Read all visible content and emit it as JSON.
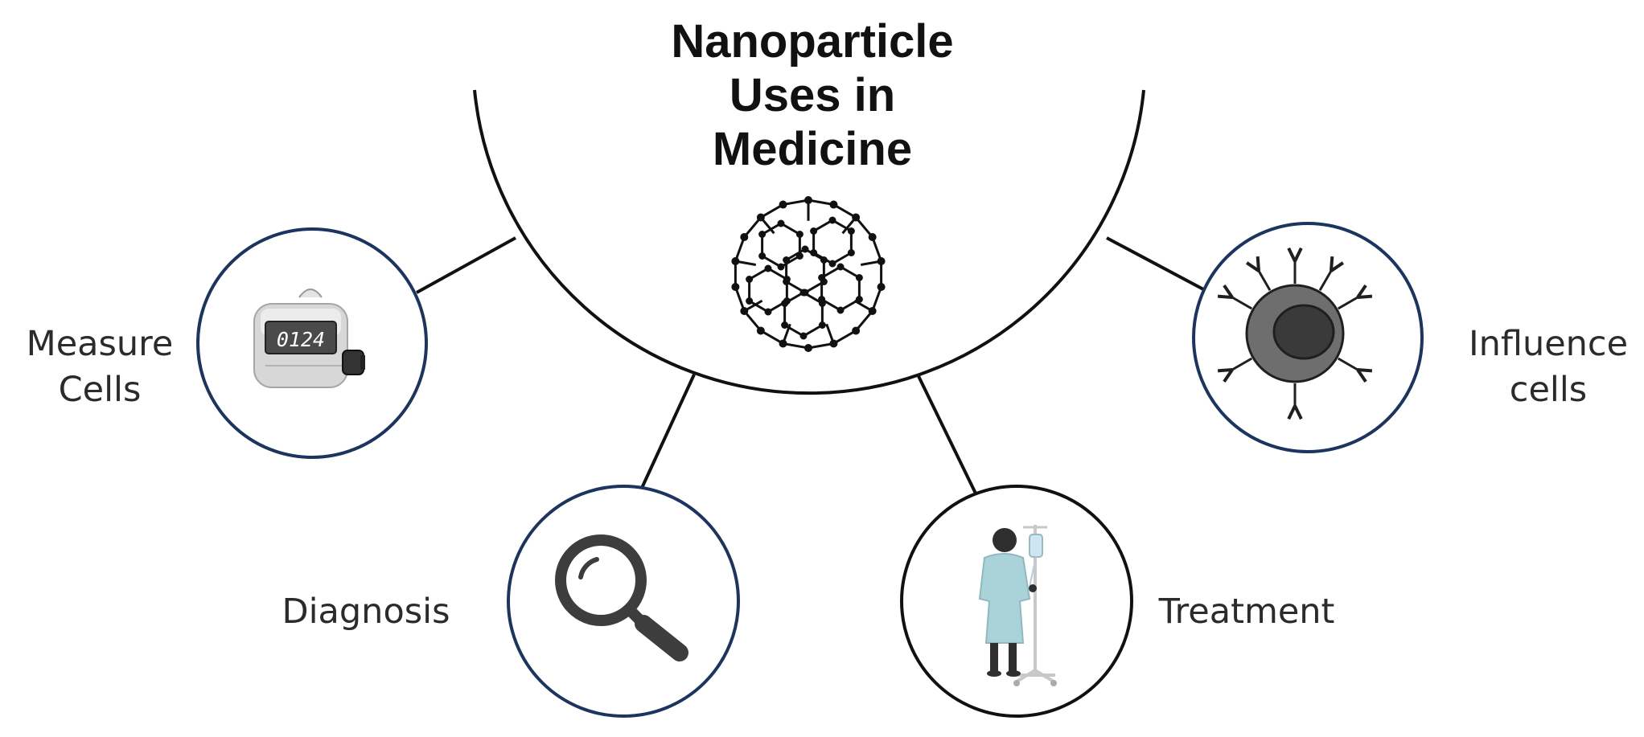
{
  "title_lines": [
    "Nanoparticle",
    "Uses in",
    "Medicine"
  ],
  "measure_lines": [
    "Measure",
    "Cells"
  ],
  "influence_lines": [
    "Influence",
    "cells"
  ],
  "diagnosis_label": "Diagnosis",
  "treatment_label": "Treatment",
  "counter_reading": "0124",
  "colors": {
    "ring_blue": "#1c3560",
    "ring_black": "#111111",
    "connector": "#111111",
    "gown": "#a9d3d8",
    "cell_outer": "#6e6e6e",
    "cell_inner": "#3a3a3a"
  },
  "icons": {
    "center": "fullerene-icon",
    "measure": "tally-counter-icon",
    "diagnosis": "magnifying-glass-icon",
    "treatment": "patient-iv-icon",
    "influence": "antibody-cell-icon"
  }
}
